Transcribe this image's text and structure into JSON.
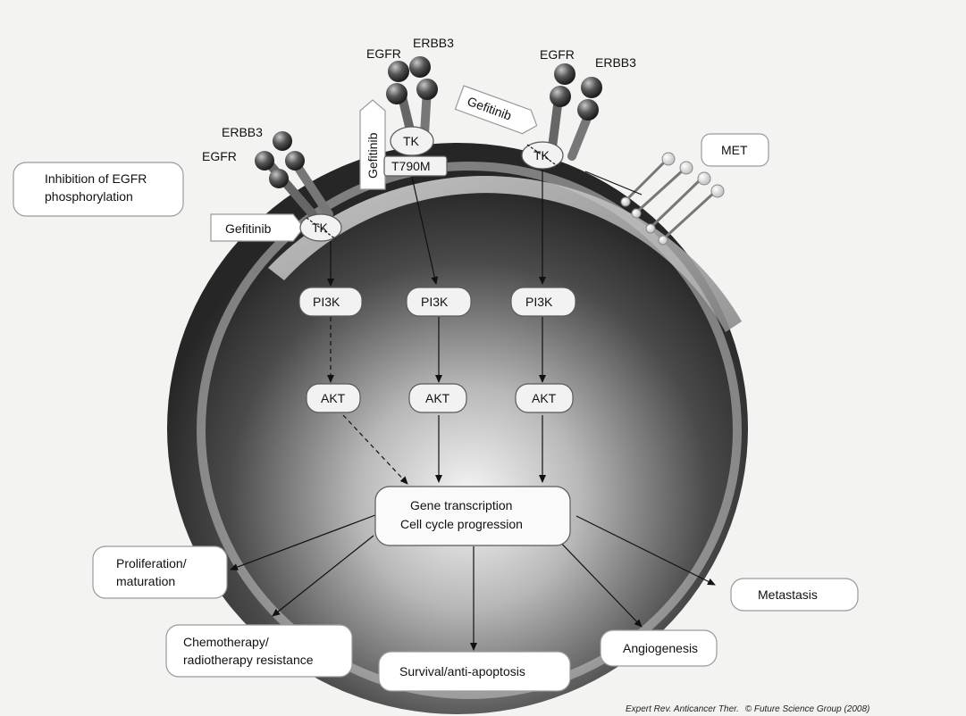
{
  "labels": {
    "inhibition_line1": "Inhibition of EGFR",
    "inhibition_line2": "phosphorylation",
    "egfr": "EGFR",
    "erbb3": "ERBB3",
    "gefitinib": "Gefitinib",
    "tk": "TK",
    "t790m": "T790M",
    "met": "MET",
    "pi3k": "PI3K",
    "akt": "AKT",
    "gene_line1": "Gene transcription",
    "gene_line2": "Cell cycle progression",
    "proliferation_line1": "Proliferation/",
    "proliferation_line2": "maturation",
    "chemo_line1": "Chemotherapy/",
    "chemo_line2": "radiotherapy resistance",
    "survival": "Survival/anti-apoptosis",
    "angiogenesis": "Angiogenesis",
    "metastasis": "Metastasis"
  },
  "credit": {
    "journal": "Expert Rev. Anticancer Ther.",
    "rest": "© Future Science Group (2008)"
  },
  "colors": {
    "cell_dark": "#2a2a2a",
    "cell_light": "#f4f4f4",
    "membrane": "#b4b4b4",
    "receptor": "#3a3a3a"
  }
}
